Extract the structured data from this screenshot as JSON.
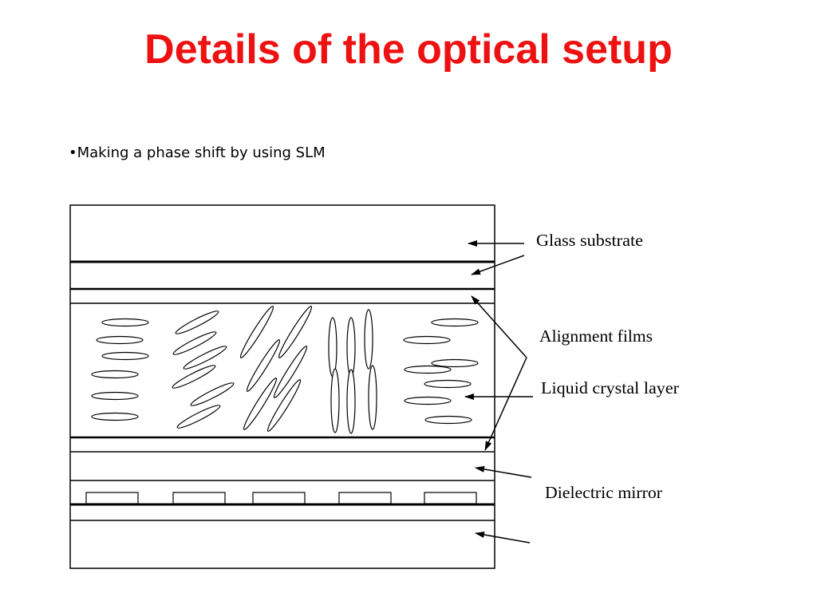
{
  "slide": {
    "title": "Details of the optical setup",
    "bullet": "•Making a phase shift by using SLM"
  },
  "diagram": {
    "labels": {
      "glass_substrate": "Glass substrate",
      "alignment_films": "Alignment  films",
      "liquid_crystal_layer": "Liquid  crystal layer",
      "dielectric_mirror": "Dielectric mirror"
    }
  },
  "colors": {
    "title": "#ee1111",
    "text": "#000000",
    "background": "#ffffff"
  }
}
